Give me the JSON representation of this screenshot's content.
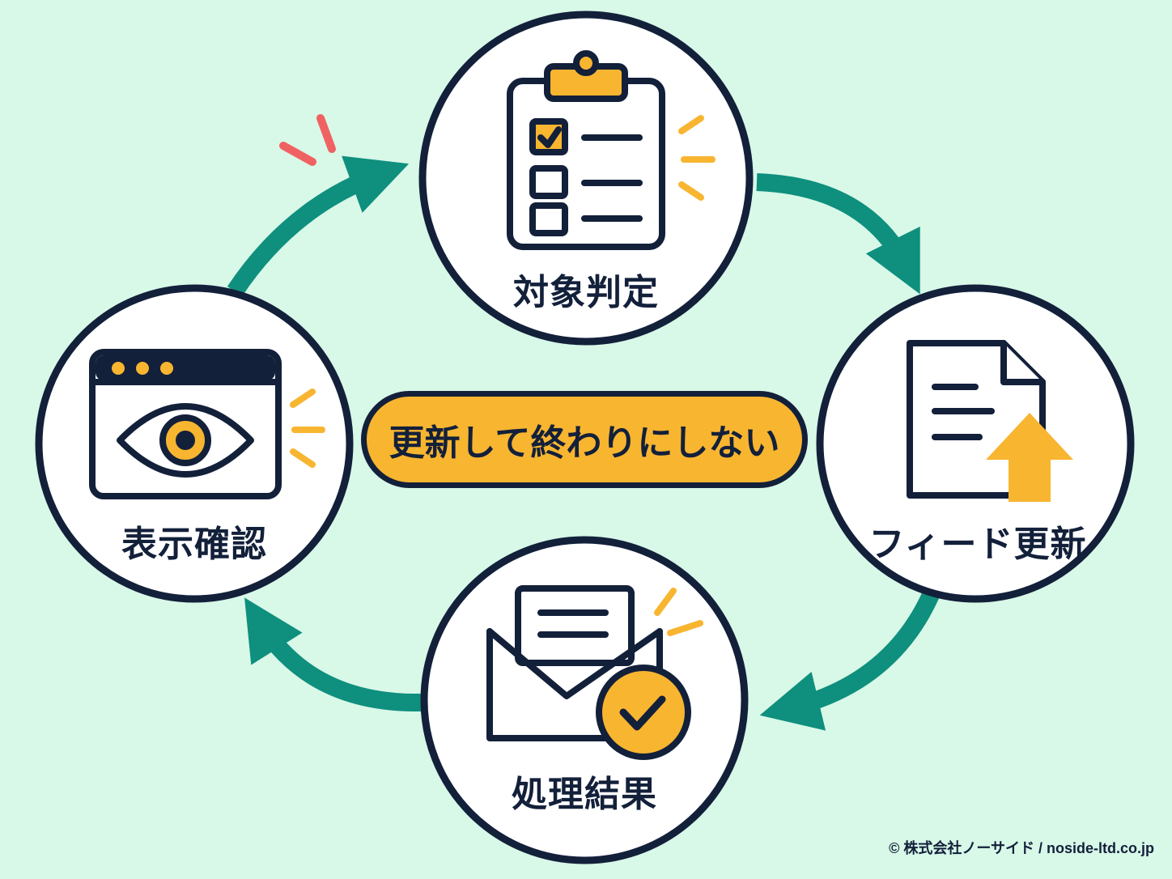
{
  "diagram": {
    "nodes": [
      {
        "id": "target",
        "label": "対象判定",
        "icon": "clipboard-checklist-icon"
      },
      {
        "id": "feed",
        "label": "フィード更新",
        "icon": "document-upload-icon"
      },
      {
        "id": "result",
        "label": "処理結果",
        "icon": "envelope-check-icon"
      },
      {
        "id": "display",
        "label": "表示確認",
        "icon": "browser-eye-icon"
      }
    ],
    "center_label": "更新して終わりにしない",
    "flow": [
      "対象判定",
      "フィード更新",
      "処理結果",
      "表示確認",
      "対象判定"
    ]
  },
  "footer": {
    "copyright": "© 株式会社ノーサイド / noside-ltd.co.jp"
  },
  "colors": {
    "background": "#d8f8e8",
    "outline": "#13203a",
    "arrow": "#0f8f7d",
    "accent": "#f8b530",
    "spark_red": "#f06262",
    "node_fill": "#ffffff"
  }
}
